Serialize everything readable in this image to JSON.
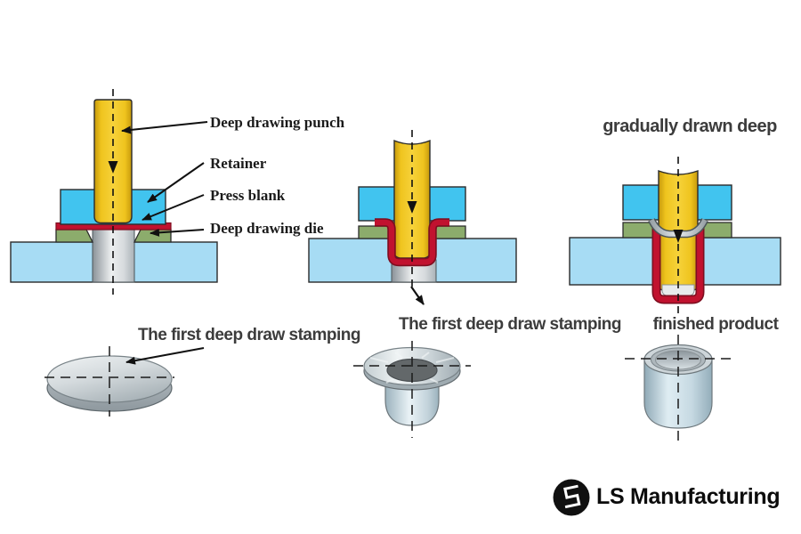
{
  "callouts": {
    "punch": {
      "label": "Deep drawing punch"
    },
    "retainer": {
      "label": "Retainer"
    },
    "press_blank": {
      "label": "Press blank"
    },
    "die": {
      "label": "Deep drawing die"
    }
  },
  "captions": {
    "stage1_product": "The first deep draw stamping",
    "stage2_product": "The first deep draw stamping",
    "stage3_title": "gradually drawn deep",
    "stage3_product": "finished product"
  },
  "branding": {
    "name": "LS Manufacturing",
    "logo_icon": "ls-monogram-icon"
  },
  "icons": {
    "punch_direction": "arrow-down-icon",
    "callout_pointer": "arrow-icon"
  },
  "colors": {
    "punch_yellow": "#EFC41E",
    "retainer_cyan": "#41C4EF",
    "base_blue": "#A7DCF4",
    "die_green": "#8CAC6C",
    "blank_red": "#C1122F",
    "blank_red_dark": "#7E0E20",
    "metal_gray": "#C9D2D6",
    "callout_text": "#1b1b1b",
    "caption_text": "#3c3c3c"
  }
}
